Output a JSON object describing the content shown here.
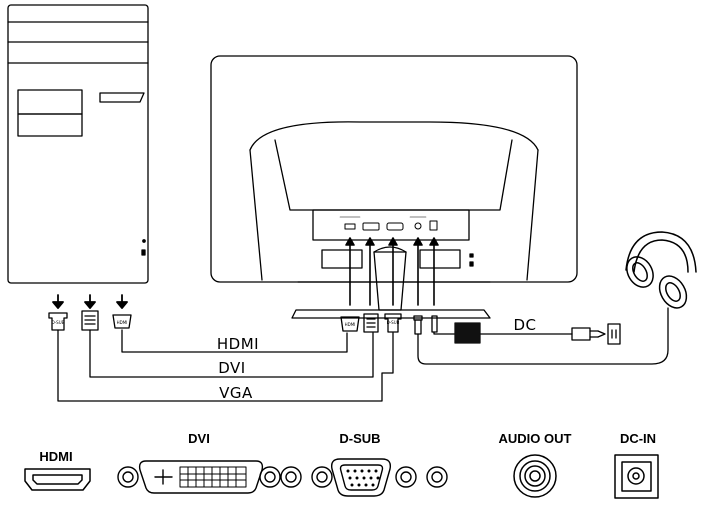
{
  "cable_labels": {
    "hdmi": "HDMI",
    "dvi": "DVI",
    "vga": "VGA",
    "dc": "DC"
  },
  "connector_headers": {
    "hdmi": "HDMI",
    "dvi": "DVI",
    "dsub": "D-SUB",
    "audio_out": "AUDIO OUT",
    "dc_in": "DC-IN"
  },
  "plug_marks": {
    "hdmi": "HDMI",
    "vga": "D-SUB"
  },
  "colors": {
    "line": "#000000",
    "background": "#ffffff",
    "adapter": "#111111"
  }
}
